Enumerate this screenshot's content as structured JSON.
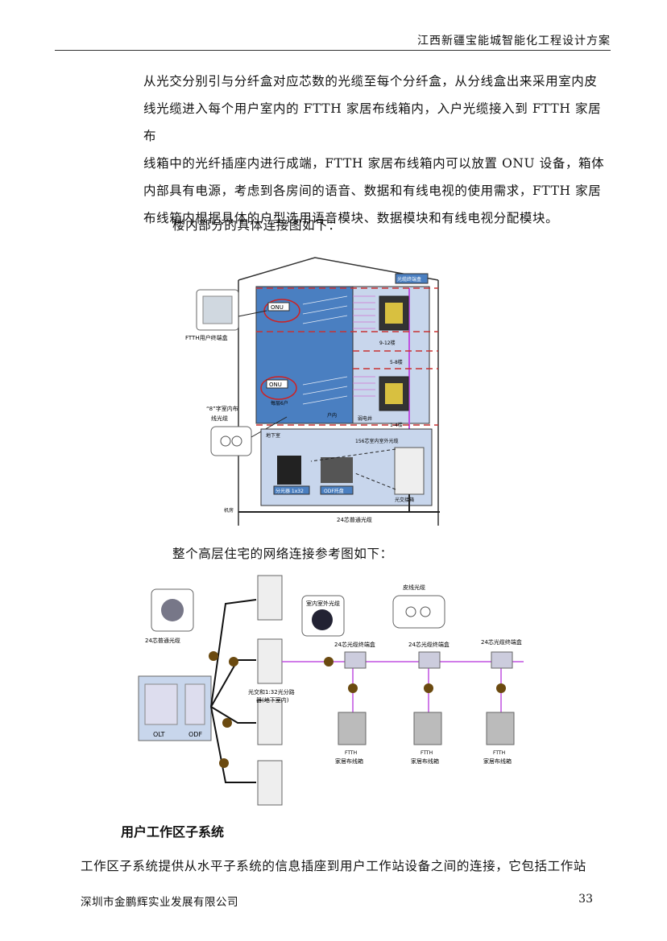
{
  "header": {
    "title": "江西新疆宝能城智能化工程设计方案"
  },
  "paragraph_lines": [
    "从光交分别引与分纤盒对应芯数的光缆至每个分纤盒，从分线盒出来采用室内皮",
    "线光缆进入每个用户室内的 FTTH 家居布线箱内，入户光缆接入到 FTTH 家居布",
    "线箱中的光纤插座内进行成端，FTTH 家居布线箱内可以放置 ONU 设备，箱体",
    "内部具有电源，考虑到各房间的语音、数据和有线电视的使用需求，FTTH 家居",
    "布线箱内根据具体的户型选用语音模块、数据模块和有线电视分配模块。"
  ],
  "caption1": "楼内部分的具体连接图如下：",
  "figure1": {
    "labels": {
      "top_box": "光缆终端盒",
      "onu1": "ONU",
      "onu2": "ONU",
      "ftth_box": "FTTH用户终端盒",
      "floors_9_12": "9-12楼",
      "floors_5_8": "5-8楼",
      "floors_1_4": "1-4楼",
      "weak_well": "弱电井",
      "household": "户内",
      "ruhuguang": "每层6户",
      "cable_8": "“8”字室内布",
      "cable_8b": "线光缆",
      "basement": "地下室",
      "cable_156": "156芯室内室外光缆",
      "splitter": "分光器 1x32",
      "odf": "ODF托盘",
      "cabinet": "光交接箱",
      "machine_room": "机房",
      "cable_24": "24芯普通光缆"
    }
  },
  "caption2": "整个高层住宅的网络连接参考图如下：",
  "figure2": {
    "labels": {
      "cable_24": "24芯普通光缆",
      "indoor_outdoor": "室内室外光缆",
      "leather": "皮线光缆",
      "term1": "24芯光缆终端盒",
      "term2": "24芯光缆终端盒",
      "term3": "24芯光缆终端盒",
      "olt": "OLT",
      "odf": "ODF",
      "splitter_1": "光交和1:32光分路",
      "splitter_2": "器(地下室内)",
      "ftth_top": "FTTH",
      "ftth_bottom": "家居布线箱"
    }
  },
  "section_title": "用户工作区子系统",
  "last_line": "工作区子系统提供从水平子系统的信息插座到用户工作站设备之间的连接，它包括工作站",
  "footer": {
    "company": "深圳市金鹏辉实业发展有限公司",
    "page": "33"
  }
}
